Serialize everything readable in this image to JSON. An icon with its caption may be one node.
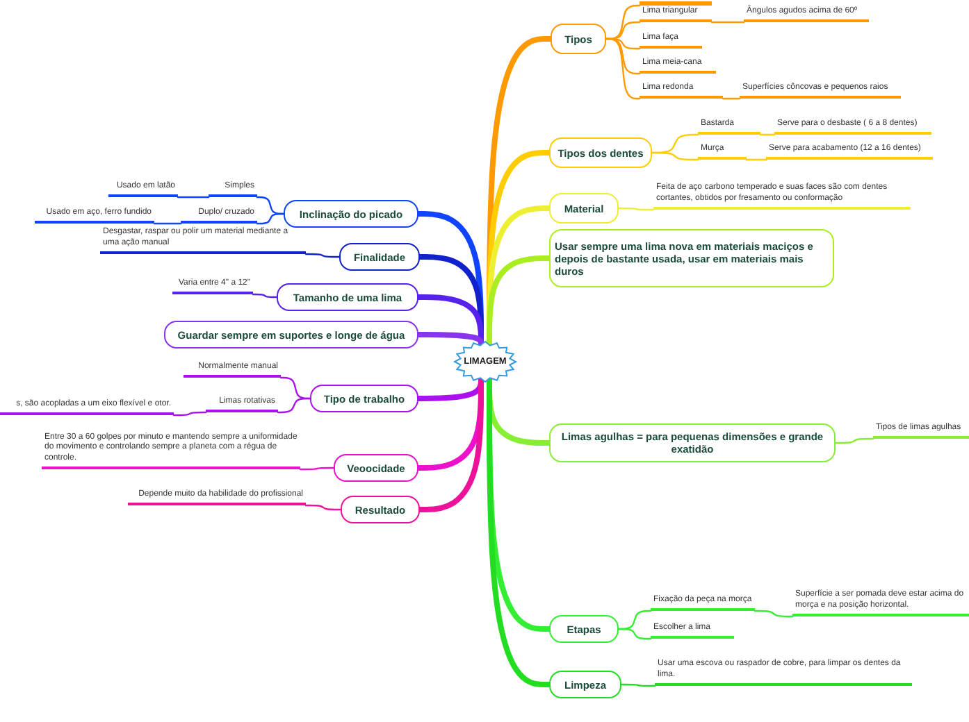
{
  "diagram": {
    "nodes": [
      {
        "text": [
          "LIMAGEM"
        ]
      },
      {
        "text": [
          "Tipos"
        ]
      },
      {
        "text": [],
        "shape": "bar"
      },
      {
        "text": [
          "Lima triangular"
        ]
      },
      {
        "text": [
          "Ângulos agudos acima de 60º"
        ]
      },
      {
        "text": [
          "Lima faça"
        ]
      },
      {
        "text": [
          "Lima meia-cana"
        ]
      },
      {
        "text": [
          "Lima redonda"
        ]
      },
      {
        "text": [
          "Superfícies côncovas e pequenos raios"
        ]
      },
      {
        "text": [
          "Tipos dos dentes"
        ]
      },
      {
        "text": [
          "Bastarda"
        ]
      },
      {
        "text": [
          "Serve para o desbaste ( 6 a 8 dentes)"
        ]
      },
      {
        "text": [
          "Murça"
        ]
      },
      {
        "text": [
          "Serve para acabamento (12 a 16 dentes)"
        ]
      },
      {
        "text": [
          "Material"
        ]
      },
      {
        "text": [
          "Feita de aço carbono temperado e suas faces são com dentes cortantes, obtidos por fresamento ou conformação"
        ]
      },
      {
        "text": [
          "Usar sempre uma lima nova em materiais maciços e depois de bastante  usada, usar em materiais mais duros"
        ]
      },
      {
        "text": [
          "Limas agulhas = para pequenas dimensões e grande exatidão"
        ]
      },
      {
        "text": [
          "Tipos de limas agulhas"
        ]
      },
      {
        "text": [
          "Etapas"
        ]
      },
      {
        "text": [
          "Fixação da peça na morça"
        ]
      },
      {
        "text": [
          "Superfície a ser pomada deve estar acima do morça e na posição horizontal."
        ]
      },
      {
        "text": [
          "Escolher a lima"
        ]
      },
      {
        "text": [
          "Limpeza"
        ]
      },
      {
        "text": [
          "Usar uma escova ou raspador de cobre, para limpar os dentes da lima."
        ]
      },
      {
        "text": [
          "Inclinação do picado"
        ]
      },
      {
        "text": [
          "Simples"
        ]
      },
      {
        "text": [
          "Usado em latão"
        ]
      },
      {
        "text": [
          "Duplo/ cruzado"
        ]
      },
      {
        "text": [
          "Usado em aço, ferro fundido"
        ]
      },
      {
        "text": [
          "Finalidade"
        ]
      },
      {
        "text": [
          "Desgastar, raspar ou polir um material mediante a uma ação manual"
        ]
      },
      {
        "text": [
          "Tamanho de uma lima"
        ]
      },
      {
        "text": [
          "Varia entre 4\" a 12\""
        ]
      },
      {
        "text": [
          "Guardar sempre em suportes e longe de água"
        ]
      },
      {
        "text": [
          "Tipo de trabalho"
        ]
      },
      {
        "text": [
          "Normalmente manual"
        ]
      },
      {
        "text": [
          "Limas rotativas"
        ]
      },
      {
        "text": [
          "s, são acopladas a um eixo flexível e otor."
        ]
      },
      {
        "text": [
          "Veoocidade"
        ]
      },
      {
        "text": [
          "Entre 30 a 60 golpes por minuto e mantendo sempre a uniformidade do movimento e controlando sempre a planeta com a régua de controle."
        ]
      },
      {
        "text": [
          "Resultado"
        ]
      },
      {
        "text": [
          "Depende muito da habilidade do profissional"
        ]
      }
    ],
    "edges": [
      {
        "from": 0,
        "to": 1,
        "arrow": "none",
        "style": "thick",
        "color": "#ff9900"
      },
      {
        "from": 1,
        "to": 2,
        "arrow": "none",
        "color": "#ff9900"
      },
      {
        "from": 1,
        "to": 3,
        "arrow": "none",
        "color": "#ff9900"
      },
      {
        "from": 3,
        "to": 4,
        "arrow": "none",
        "color": "#ff9900"
      },
      {
        "from": 1,
        "to": 5,
        "arrow": "none",
        "color": "#ff9900"
      },
      {
        "from": 1,
        "to": 6,
        "arrow": "none",
        "color": "#ff9900"
      },
      {
        "from": 1,
        "to": 7,
        "arrow": "none",
        "color": "#ff9900"
      },
      {
        "from": 7,
        "to": 8,
        "arrow": "none",
        "color": "#ff9900"
      },
      {
        "from": 0,
        "to": 9,
        "arrow": "none",
        "style": "thick",
        "color": "#ffcc00"
      },
      {
        "from": 9,
        "to": 10,
        "arrow": "none",
        "color": "#ffcc00"
      },
      {
        "from": 10,
        "to": 11,
        "arrow": "none",
        "color": "#ffcc00"
      },
      {
        "from": 9,
        "to": 12,
        "arrow": "none",
        "color": "#ffcc00"
      },
      {
        "from": 12,
        "to": 13,
        "arrow": "none",
        "color": "#ffcc00"
      },
      {
        "from": 0,
        "to": 14,
        "arrow": "none",
        "style": "thick",
        "color": "#eeee33"
      },
      {
        "from": 14,
        "to": 15,
        "arrow": "none",
        "color": "#eeee33"
      },
      {
        "from": 0,
        "to": 16,
        "arrow": "none",
        "style": "thick",
        "color": "#aaee22"
      },
      {
        "from": 0,
        "to": 17,
        "arrow": "none",
        "style": "thick",
        "color": "#88ee33"
      },
      {
        "from": 17,
        "to": 18,
        "arrow": "none",
        "color": "#88ee33"
      },
      {
        "from": 0,
        "to": 19,
        "arrow": "none",
        "style": "thick",
        "color": "#33ee33"
      },
      {
        "from": 19,
        "to": 20,
        "arrow": "none",
        "color": "#33ee33"
      },
      {
        "from": 20,
        "to": 21,
        "arrow": "none",
        "color": "#33ee33"
      },
      {
        "from": 19,
        "to": 22,
        "arrow": "none",
        "color": "#33ee33"
      },
      {
        "from": 0,
        "to": 23,
        "arrow": "none",
        "style": "thick",
        "color": "#22dd22"
      },
      {
        "from": 23,
        "to": 24,
        "arrow": "none",
        "color": "#22dd22"
      },
      {
        "from": 0,
        "to": 25,
        "arrow": "none",
        "style": "thick",
        "color": "#1144ff"
      },
      {
        "from": 25,
        "to": 26,
        "arrow": "none",
        "color": "#1144ff"
      },
      {
        "from": 26,
        "to": 27,
        "arrow": "none",
        "color": "#1144ff"
      },
      {
        "from": 25,
        "to": 28,
        "arrow": "none",
        "color": "#1144ff"
      },
      {
        "from": 28,
        "to": 29,
        "arrow": "none",
        "color": "#1144ff"
      },
      {
        "from": 0,
        "to": 30,
        "arrow": "none",
        "style": "thick",
        "color": "#1122cc"
      },
      {
        "from": 30,
        "to": 31,
        "arrow": "none",
        "color": "#1122cc"
      },
      {
        "from": 0,
        "to": 32,
        "arrow": "none",
        "style": "thick",
        "color": "#5522ee"
      },
      {
        "from": 32,
        "to": 33,
        "arrow": "none",
        "color": "#5522ee"
      },
      {
        "from": 0,
        "to": 34,
        "arrow": "none",
        "style": "thick",
        "color": "#8833ee"
      },
      {
        "from": 0,
        "to": 35,
        "arrow": "none",
        "style": "thick",
        "color": "#aa11ee"
      },
      {
        "from": 35,
        "to": 36,
        "arrow": "none",
        "color": "#aa11ee"
      },
      {
        "from": 35,
        "to": 37,
        "arrow": "none",
        "color": "#aa11ee"
      },
      {
        "from": 37,
        "to": 38,
        "arrow": "none",
        "color": "#aa11ee"
      },
      {
        "from": 0,
        "to": 39,
        "arrow": "none",
        "style": "thick",
        "color": "#ee11cc"
      },
      {
        "from": 39,
        "to": 40,
        "arrow": "none",
        "color": "#ee11cc"
      },
      {
        "from": 0,
        "to": 41,
        "arrow": "none",
        "style": "thick",
        "color": "#ee1199"
      },
      {
        "from": 41,
        "to": 42,
        "arrow": "none",
        "color": "#ee1199"
      }
    ]
  }
}
